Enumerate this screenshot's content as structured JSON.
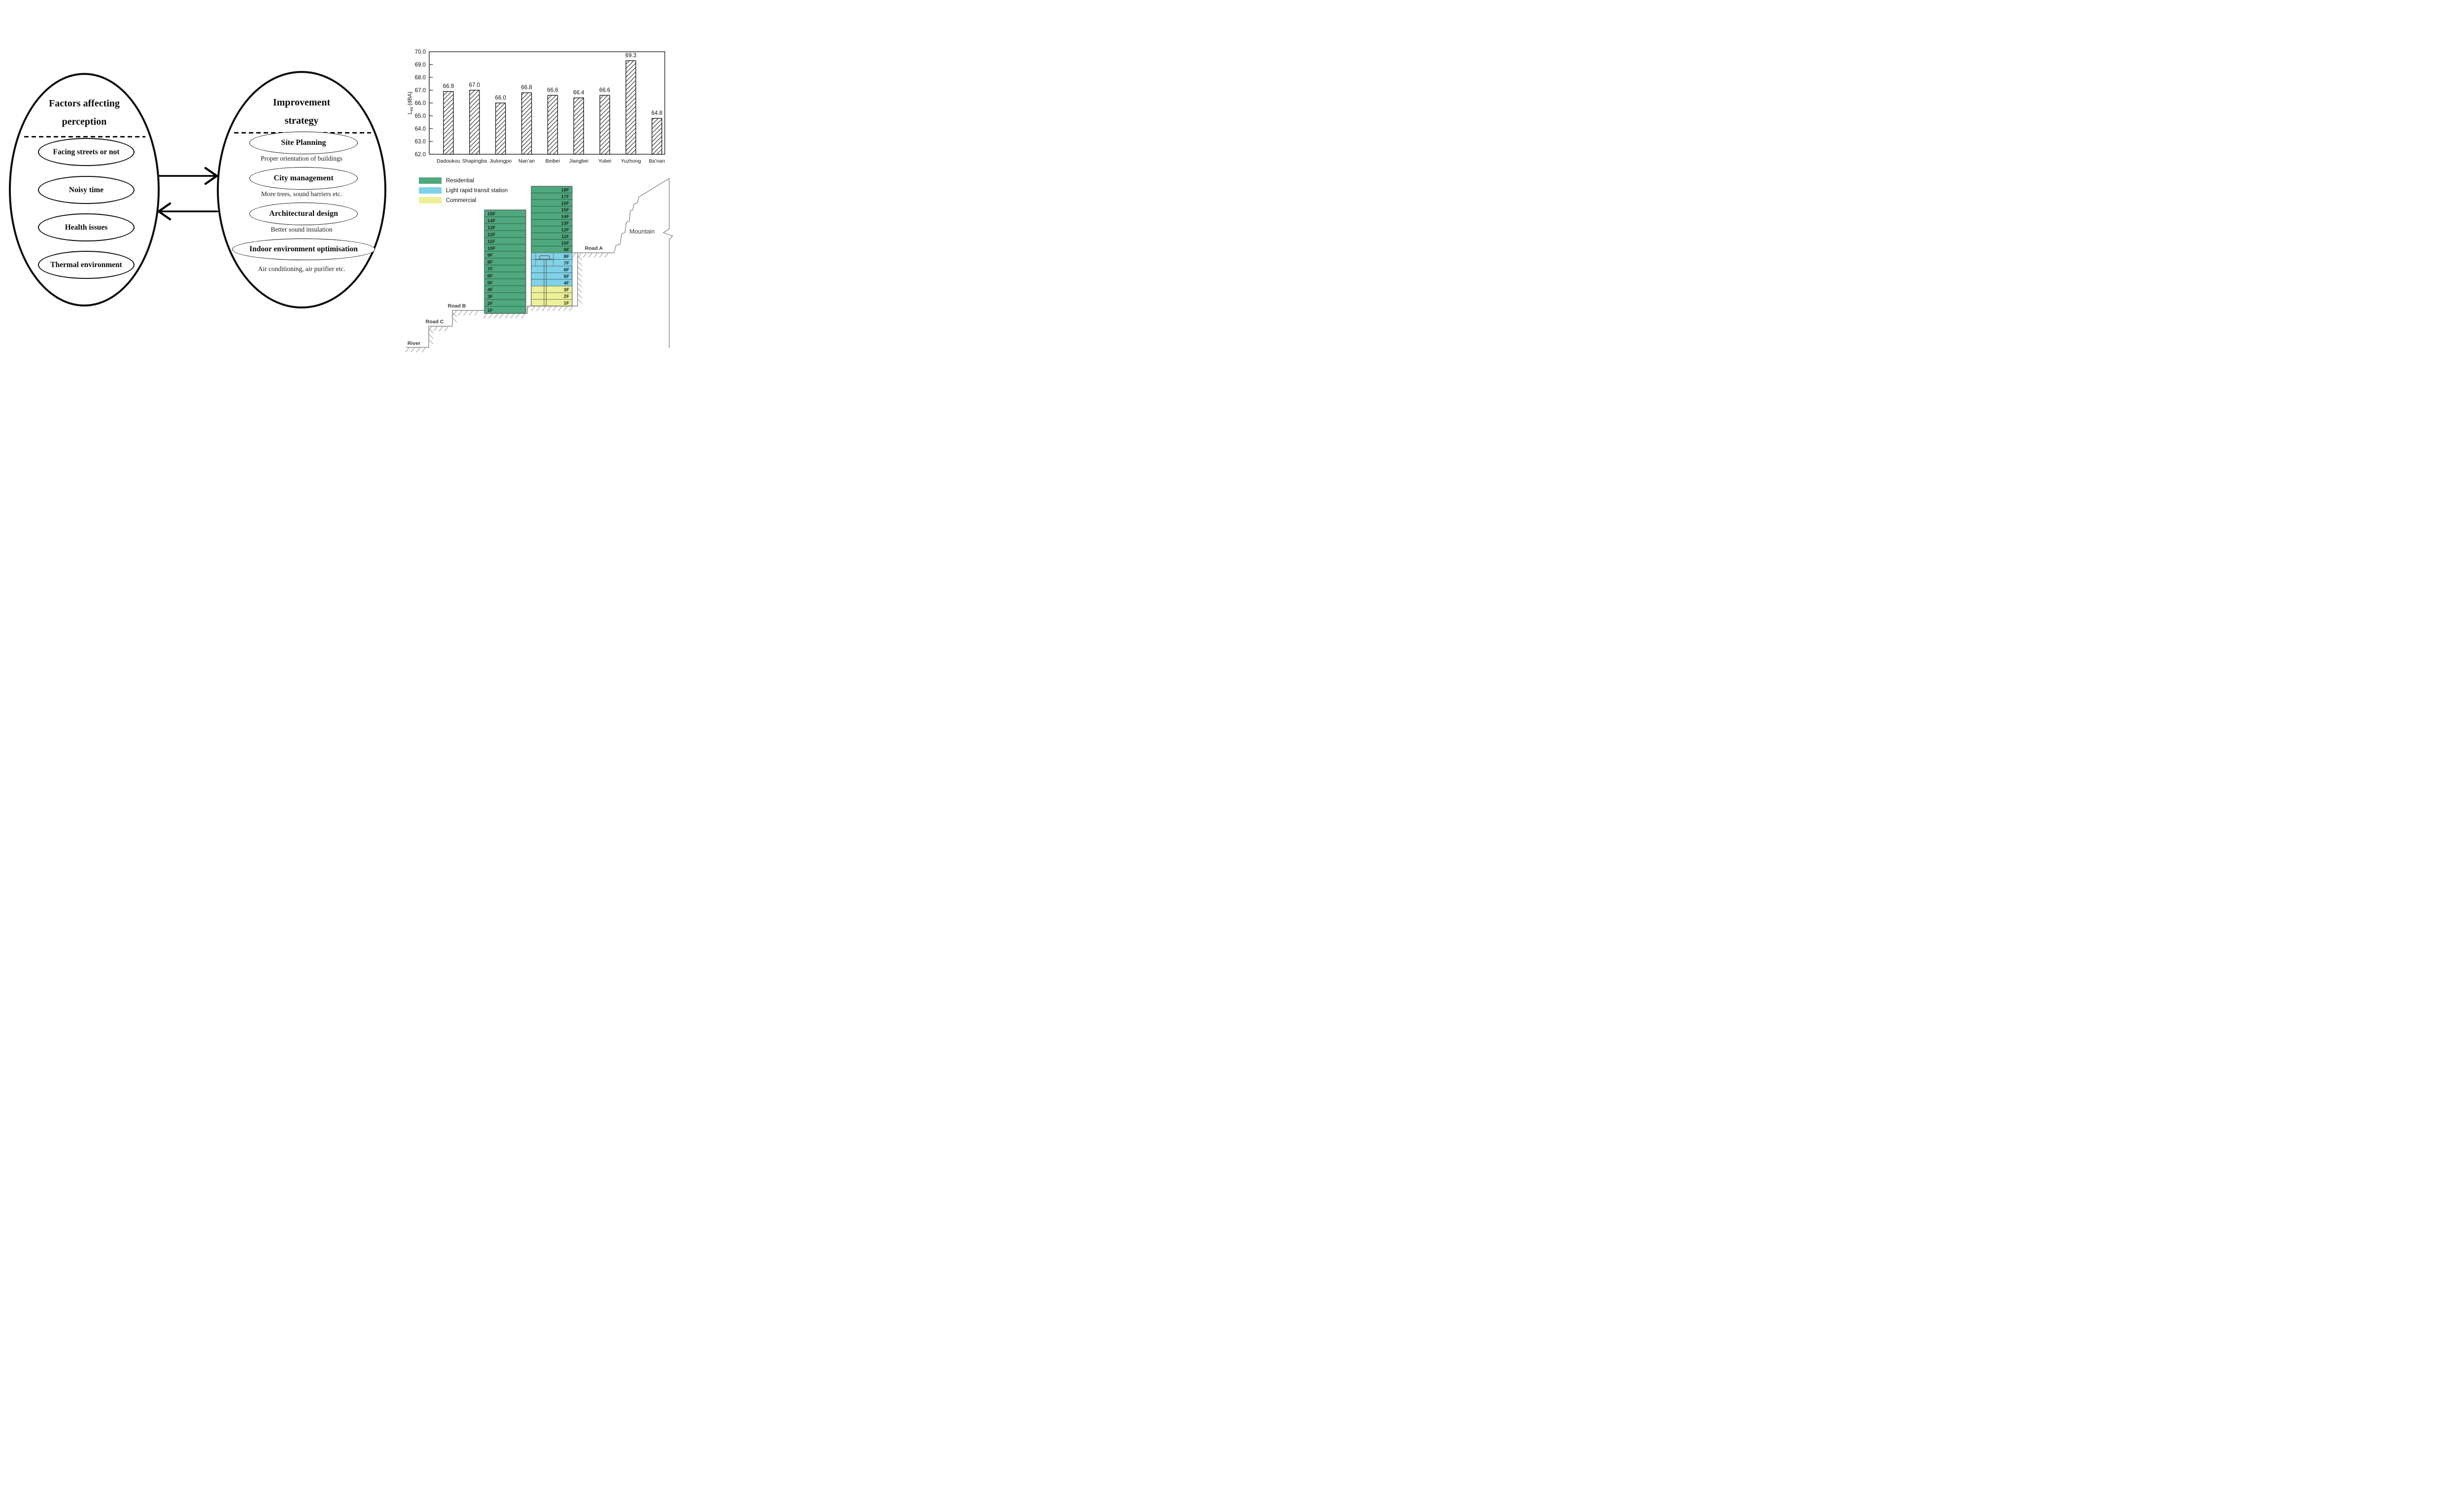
{
  "figure": {
    "factors": {
      "title_line1": "Factors affecting",
      "title_line2": "perception",
      "items": [
        "Facing streets or not",
        "Noisy time",
        "Health issues",
        "Thermal environment"
      ]
    },
    "strategies": {
      "title_line1": "Improvement",
      "title_line2": "strategy",
      "items": [
        {
          "label": "Site Planning",
          "caption": "Proper orientation of buildings"
        },
        {
          "label": "City management",
          "caption": "More trees, sound barriers etc."
        },
        {
          "label": "Architectural design",
          "caption": "Better sound insulation"
        },
        {
          "label": "Indoor environment optimisation",
          "caption": "Air conditioning, air purifier etc."
        }
      ]
    }
  },
  "chart_data": {
    "type": "bar",
    "title": "",
    "xlabel": "",
    "ylabel": "Leq (dBA)",
    "ylabel_main": "L",
    "ylabel_sub": "eq",
    "ylabel_rest": " (dBA)",
    "categories": [
      "Dadoukou",
      "Shapingba",
      "Jiulongpo",
      "Nan’an",
      "Beibei",
      "Jiangbei",
      "Yubei",
      "Yuzhong",
      "Ba’nan"
    ],
    "values": [
      66.9,
      67.0,
      66.0,
      66.8,
      66.6,
      66.4,
      66.6,
      69.3,
      64.8
    ],
    "value_labels": [
      "66.9",
      "67.0",
      "66.0",
      "66.8",
      "66.6",
      "66.4",
      "66.6",
      "69.3",
      "64.8"
    ],
    "ylim": [
      62.0,
      70.0
    ],
    "ytick_step": 1.0,
    "ytick_labels": [
      "62.0",
      "63.0",
      "64.0",
      "65.0",
      "66.0",
      "67.0",
      "68.0",
      "69.0",
      "70.0"
    ],
    "grid": false,
    "legend_position": "none",
    "bar_style": "diagonal-hatch"
  },
  "cross_section": {
    "legend": [
      {
        "key": "residential",
        "label": "Residential",
        "color": "#4fa87e"
      },
      {
        "key": "transit",
        "label": "Light rapid transit station",
        "color": "#7fd2e8"
      },
      {
        "key": "commercial",
        "label": "Commercial",
        "color": "#edf099"
      }
    ],
    "left_building": {
      "floors": [
        "15F",
        "14F",
        "13F",
        "12F",
        "11F",
        "10F",
        "9F",
        "8F",
        "7F",
        "6F",
        "5F",
        "4F",
        "3F",
        "2F",
        "1F"
      ],
      "zone": "residential"
    },
    "right_building": {
      "floors": [
        {
          "label": "18F",
          "zone": "residential"
        },
        {
          "label": "17F",
          "zone": "residential"
        },
        {
          "label": "16F",
          "zone": "residential"
        },
        {
          "label": "15F",
          "zone": "residential"
        },
        {
          "label": "14F",
          "zone": "residential"
        },
        {
          "label": "13F",
          "zone": "residential"
        },
        {
          "label": "12F",
          "zone": "residential"
        },
        {
          "label": "11F",
          "zone": "residential"
        },
        {
          "label": "10F",
          "zone": "residential"
        },
        {
          "label": "9F",
          "zone": "residential"
        },
        {
          "label": "8F",
          "zone": "transit"
        },
        {
          "label": "7F",
          "zone": "transit"
        },
        {
          "label": "6F",
          "zone": "transit"
        },
        {
          "label": "5F",
          "zone": "transit"
        },
        {
          "label": "4F",
          "zone": "transit"
        },
        {
          "label": "3F",
          "zone": "commercial"
        },
        {
          "label": "2F",
          "zone": "commercial"
        },
        {
          "label": "1F",
          "zone": "commercial"
        }
      ]
    },
    "labels": {
      "road_a": "Road A",
      "road_b": "Road B",
      "road_c": "Road C",
      "river": "River",
      "mountain": "Mountain"
    }
  }
}
